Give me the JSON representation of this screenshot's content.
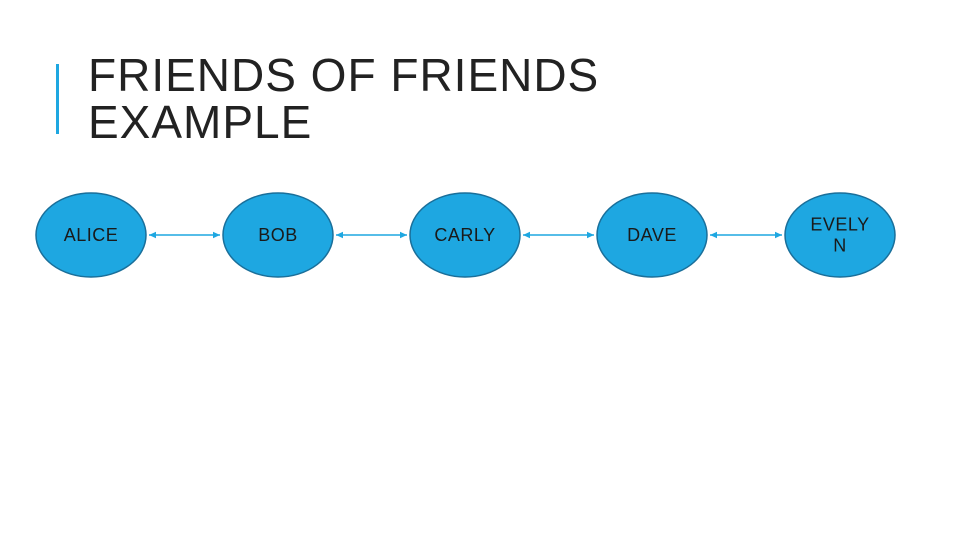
{
  "slide": {
    "title_line1": "FRIENDS OF FRIENDS",
    "title_line2": "EXAMPLE"
  },
  "colors": {
    "accent": "#1ea7e1",
    "node_fill": "#1ea7e1",
    "node_stroke": "#1a6f9a",
    "edge": "#1ea7e1",
    "text": "#222222"
  },
  "diagram": {
    "nodes": [
      {
        "id": "alice",
        "label_lines": [
          "ALICE"
        ]
      },
      {
        "id": "bob",
        "label_lines": [
          "BOB"
        ]
      },
      {
        "id": "carly",
        "label_lines": [
          "CARLY"
        ]
      },
      {
        "id": "dave",
        "label_lines": [
          "DAVE"
        ]
      },
      {
        "id": "evelyn",
        "label_lines": [
          "EVELY",
          "N"
        ]
      }
    ],
    "edges": [
      {
        "from": "alice",
        "to": "bob",
        "style": "bidirectional-arrow"
      },
      {
        "from": "bob",
        "to": "carly",
        "style": "bidirectional-arrow"
      },
      {
        "from": "carly",
        "to": "dave",
        "style": "bidirectional-arrow"
      },
      {
        "from": "dave",
        "to": "evelyn",
        "style": "bidirectional-arrow"
      }
    ]
  }
}
